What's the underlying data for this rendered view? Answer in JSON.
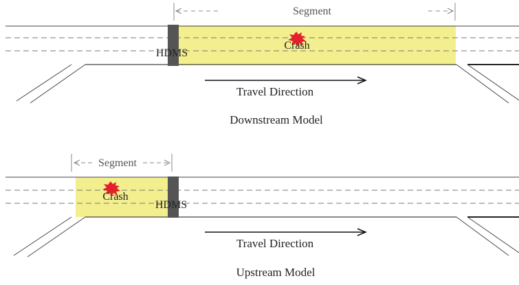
{
  "colors": {
    "road_line": "#444444",
    "lane_dash": "#777777",
    "segment_fill": "#f3ef8e",
    "hdms_block": "#555555",
    "crash": "#e3202b",
    "dim_line": "#888888",
    "text": "#222222"
  },
  "icons": {
    "crash": "crash-starburst-icon",
    "arrow": "right-arrow-icon"
  },
  "downstream": {
    "segment_label": "Segment",
    "hdms_label": "HDMS",
    "crash_label": "Crash",
    "travel_label": "Travel Direction",
    "model_label": "Downstream Model"
  },
  "upstream": {
    "segment_label": "Segment",
    "hdms_label": "HDMS",
    "crash_label": "Crash",
    "travel_label": "Travel Direction",
    "model_label": "Upstream Model"
  }
}
